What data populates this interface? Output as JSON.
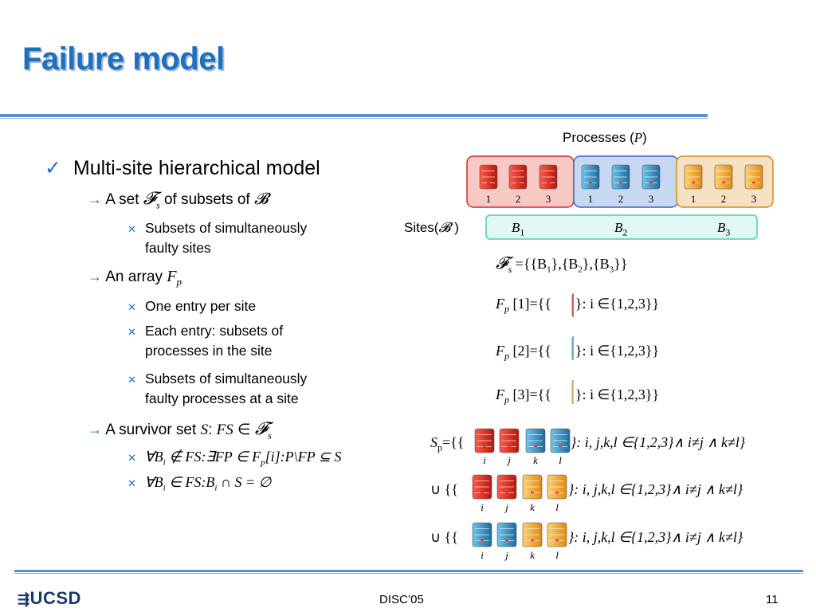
{
  "slide": {
    "title": "Failure model",
    "footer_center": "DISC’05",
    "page_number": "11",
    "logo_text": "UCSD"
  },
  "bullets": {
    "l1_1": "Multi-site hierarchical model",
    "a_set": "A set",
    "of_subsets_of": "of subsets of",
    "subsets_simul_1": "Subsets of simultaneously",
    "subsets_simul_2": "faulty sites",
    "an_array": "An array",
    "one_entry": "One entry per site",
    "each_entry_1": "Each entry: subsets of",
    "each_entry_2": "processes in the site",
    "faulty_proc_1": "Subsets of simultaneously",
    "faulty_proc_2": "faulty processes at a site",
    "survivor": "A survivor set",
    "S": "S",
    "FS": "FS",
    "rule1": "∀B",
    "rule1_i": "i",
    "rule1_rest": "∉ FS:∃FP ∈ F",
    "rule1_p": "p",
    "rule1_end": "[i]:P\\FP ⊆ S",
    "rule2": "∀B",
    "rule2_i": "i",
    "rule2_rest": "∈ FS:B",
    "rule2_i2": "i",
    "rule2_end": "∩ S = ∅"
  },
  "diagram": {
    "processes_label": "Processes (",
    "processes_P": "P",
    "processes_close": ")",
    "sites_label": "Sites(",
    "sites_close": " )",
    "site_names": [
      "B",
      "B",
      "B"
    ],
    "site_subs": [
      "1",
      "2",
      "3"
    ],
    "proc_numbers": [
      "1",
      "2",
      "3"
    ],
    "colors": {
      "red": "#e02a1c",
      "blue": "#2f95c8",
      "orange": "#f5a623"
    }
  },
  "formulas": {
    "fs_def": "={{B",
    "fs_def_1": "1",
    "fs_def_2": "},{B",
    "fs_def_sub2": "2",
    "fs_def_3": "},{B",
    "fs_def_sub3": "3",
    "fs_def_end": "}}",
    "fp": "F",
    "fp_sub": "p",
    "fp1_idx": "[1]={{",
    "fp2_idx": "[2]={{",
    "fp3_idx": "[3]={{",
    "fp_tail": "}: i ∈{1,2,3}}",
    "fp_i": "i",
    "sp": "S",
    "sp_sub": "p",
    "sp_open": "={{",
    "union_open": "∪ {{",
    "sp_tail": "}: i, j,k,l ∈{1,2,3}∧ i≠j ∧ k≠l}",
    "labels_ijkl": [
      "i",
      "j",
      "k",
      "l"
    ]
  }
}
